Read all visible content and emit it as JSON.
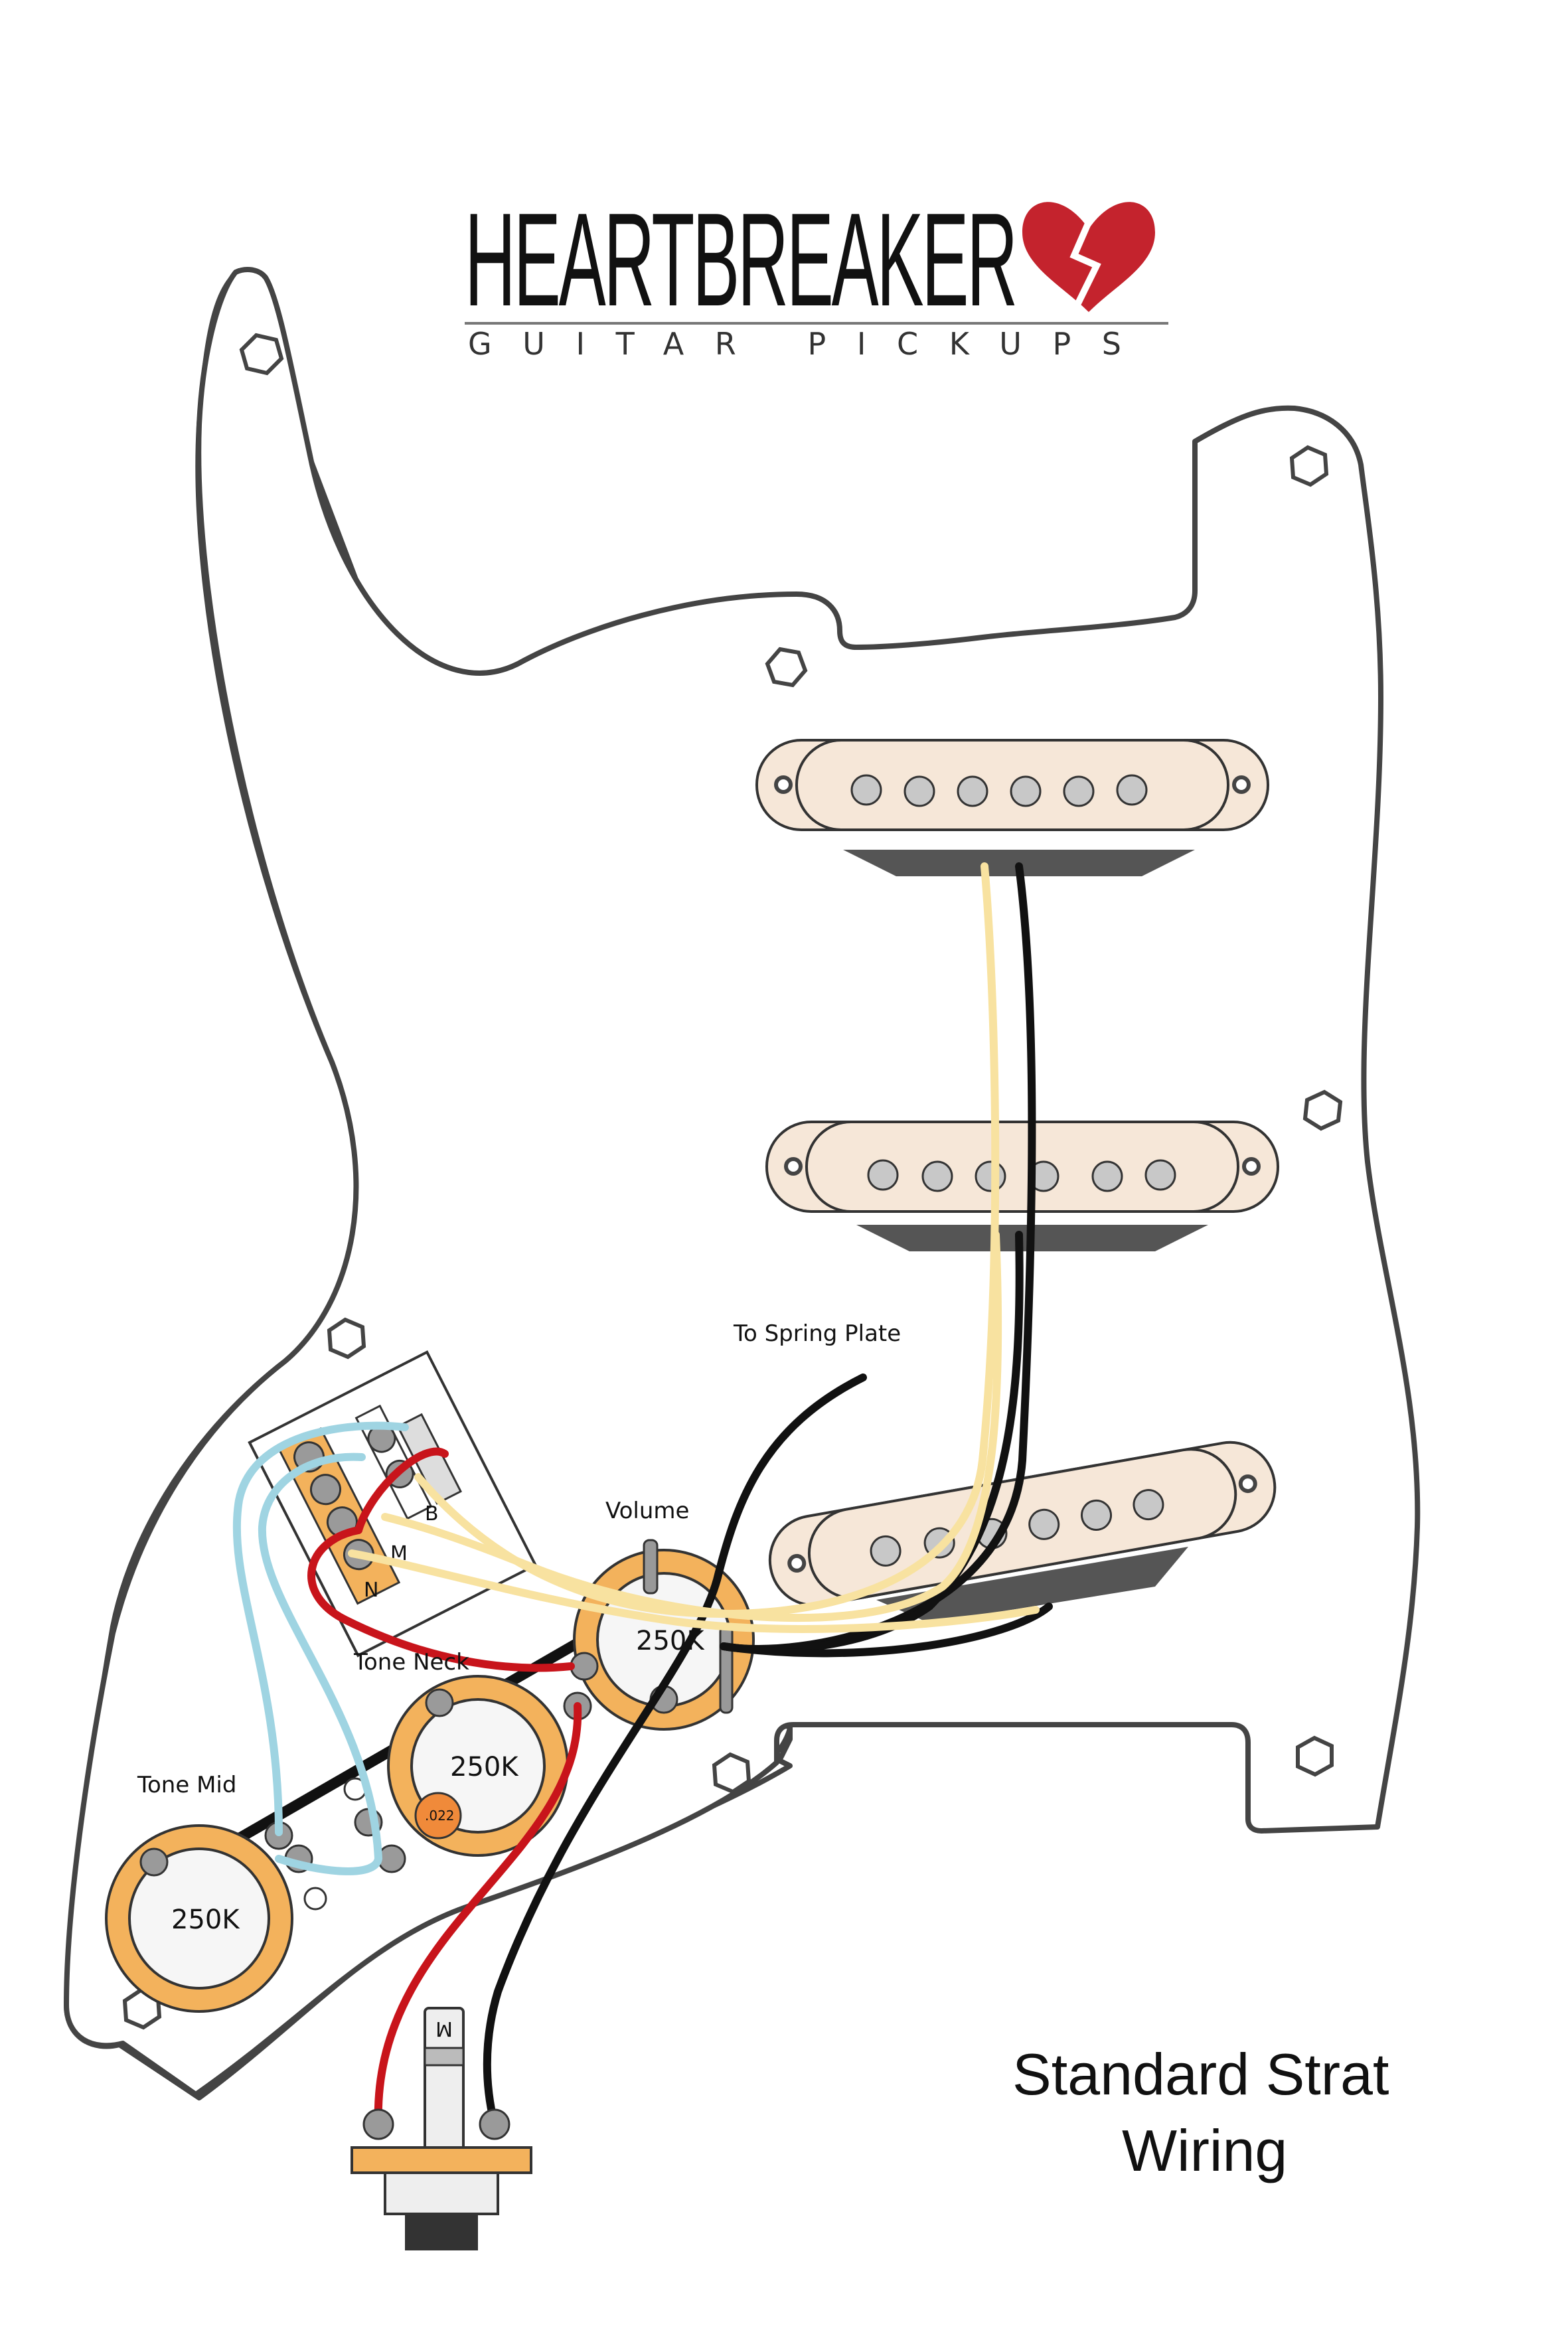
{
  "brand": {
    "title": "HEARTBREAKER",
    "subtitle": "GUITAR PICKUPS"
  },
  "labels": {
    "spring_plate": "To Spring Plate",
    "volume": "Volume",
    "tone_neck": "Tone Neck",
    "tone_mid": "Tone Mid",
    "switch_b": "B",
    "switch_m": "M",
    "switch_n": "N",
    "jack_m": "M"
  },
  "pots": {
    "volume": "250K",
    "tone_neck": "250K",
    "tone_mid": "250K"
  },
  "capacitor": ".022",
  "caption": {
    "line1": "Standard Strat",
    "line2": "Wiring"
  },
  "colors": {
    "wire_yellow": "#f8e2a0",
    "wire_black": "#111111",
    "wire_red": "#c8141b",
    "wire_blue": "#9fd4e2",
    "heart": "#c4232d",
    "pot_body": "#f3b25c",
    "bobbin": "#f6e7d8",
    "cap": "#f08a3a"
  },
  "icons": [
    "broken-heart-icon",
    "screw-icon",
    "pickup-icon",
    "potentiometer-icon",
    "capacitor-icon",
    "output-jack-icon",
    "selector-switch-icon"
  ]
}
